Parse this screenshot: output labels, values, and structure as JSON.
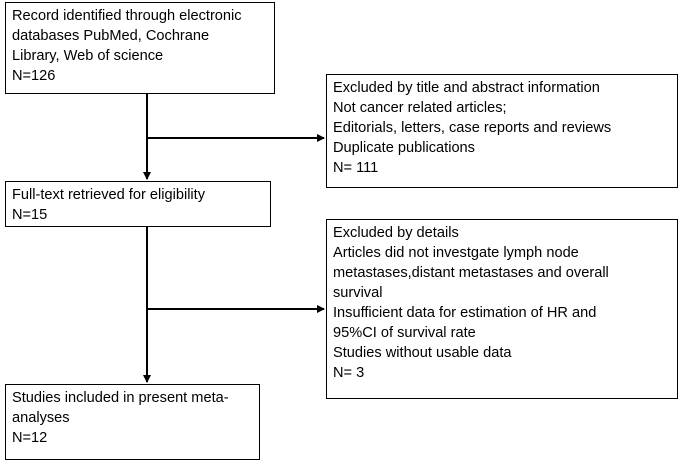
{
  "boxes": {
    "identified": {
      "lines": [
        "Record identified through electronic",
        "databases PubMed, Cochrane",
        "Library, Web of science",
        "N=126"
      ]
    },
    "excluded_title": {
      "lines": [
        "Excluded by title and abstract information",
        "Not cancer related articles;",
        "Editorials, letters, case reports and reviews",
        "Duplicate publications",
        "N= 111"
      ]
    },
    "fulltext": {
      "lines": [
        "Full-text retrieved for eligibility",
        "N=15"
      ]
    },
    "excluded_details": {
      "lines": [
        "Excluded by details",
        "Articles did not investgate lymph node",
        "metastases,distant metastases and overall",
        "survival",
        "Insufficient data for estimation of HR and",
        "95%CI of survival rate",
        "Studies without usable data",
        "N= 3"
      ]
    },
    "included": {
      "lines": [
        "Studies included in present meta-",
        "analyses",
        "N=12"
      ]
    }
  },
  "colors": {
    "line": "#000000",
    "background": "#ffffff"
  }
}
